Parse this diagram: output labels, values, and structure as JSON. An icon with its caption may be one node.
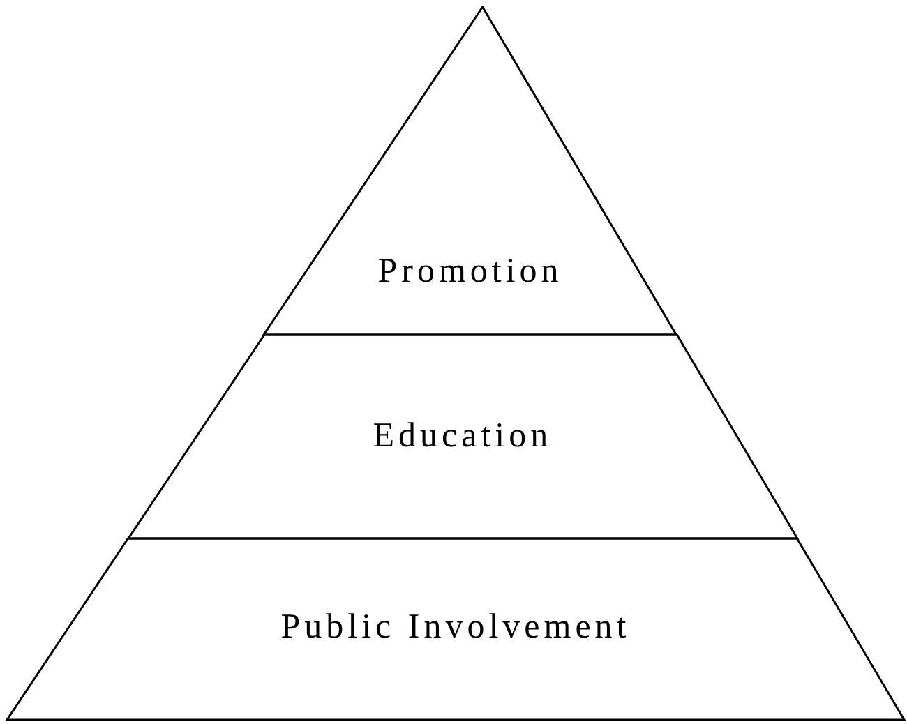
{
  "diagram": {
    "nodes": [
      {
        "text": [
          "Promotion"
        ]
      },
      {
        "text": [
          "Education"
        ]
      },
      {
        "text": [
          "Public Involvement"
        ]
      }
    ]
  }
}
